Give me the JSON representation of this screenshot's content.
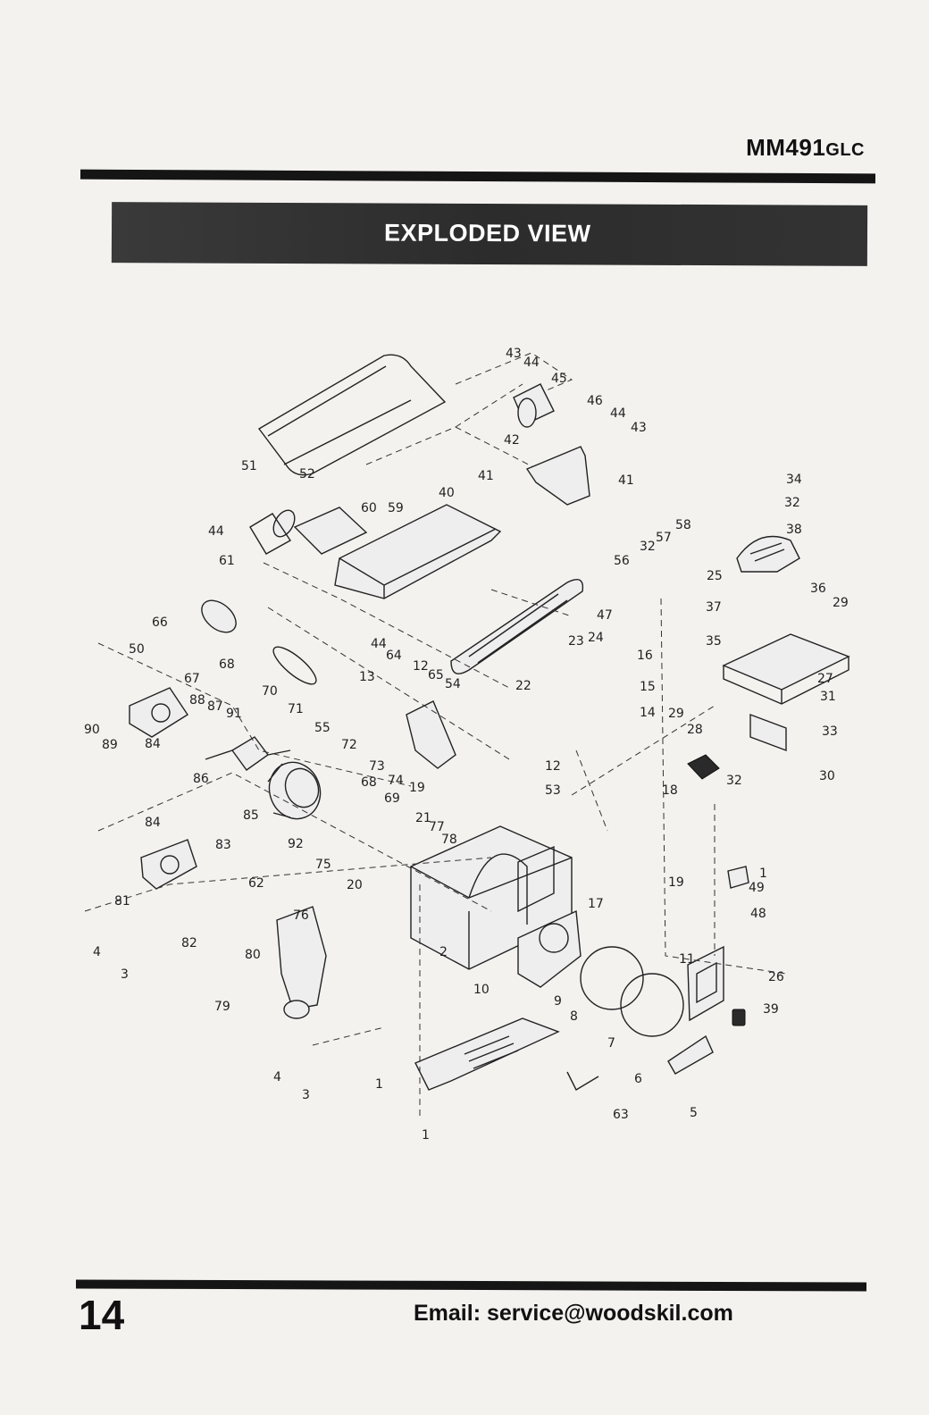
{
  "header": {
    "model_main": "MM491",
    "model_suffix": "GLC"
  },
  "banner": {
    "title": "EXPLODED VIEW"
  },
  "diagram": {
    "part_labels": [
      "1",
      "2",
      "3",
      "4",
      "5",
      "6",
      "7",
      "8",
      "9",
      "10",
      "11",
      "12",
      "13",
      "14",
      "15",
      "16",
      "17",
      "18",
      "19",
      "20",
      "21",
      "22",
      "23",
      "24",
      "25",
      "26",
      "27",
      "28",
      "29",
      "30",
      "31",
      "32",
      "33",
      "34",
      "35",
      "36",
      "37",
      "38",
      "39",
      "40",
      "41",
      "42",
      "43",
      "44",
      "45",
      "46",
      "47",
      "48",
      "49",
      "50",
      "51",
      "52",
      "53",
      "54",
      "55",
      "56",
      "57",
      "58",
      "59",
      "60",
      "61",
      "62",
      "63",
      "64",
      "65",
      "66",
      "67",
      "68",
      "69",
      "70",
      "71",
      "72",
      "73",
      "74",
      "75",
      "76",
      "77",
      "78",
      "79",
      "80",
      "81",
      "82",
      "83",
      "84",
      "85",
      "86",
      "87",
      "88",
      "89",
      "90",
      "91",
      "92"
    ]
  },
  "footer": {
    "page_number": "14",
    "email": "Email: service@woodskil.com"
  }
}
